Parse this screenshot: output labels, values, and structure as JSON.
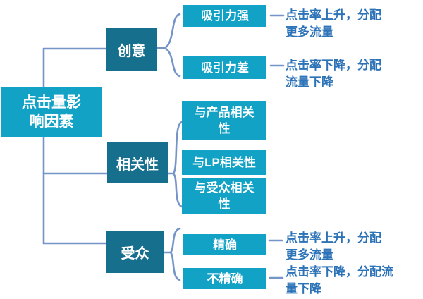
{
  "palette": {
    "node_cyan": "#12a2c6",
    "node_teal": "#166f8d",
    "connector_blue": "#7595c8",
    "annotation_blue": "#2d73b8",
    "node_text": "#ffffff"
  },
  "root": {
    "label": "点击量影响因素",
    "lines": [
      "点击量影",
      "响因素"
    ]
  },
  "branches": [
    {
      "label": "创意",
      "children": [
        {
          "label": "吸引力强",
          "lines": [
            "吸引力强"
          ],
          "annotation": "点击率上升，分配更多流量",
          "annotation_lines": [
            "点击率上升，分配",
            "更多流量"
          ]
        },
        {
          "label": "吸引力差",
          "lines": [
            "吸引力差"
          ],
          "annotation": "点击率下降，分配流量下降",
          "annotation_lines": [
            "点击率下降，分配",
            "流量下降"
          ]
        }
      ]
    },
    {
      "label": "相关性",
      "children": [
        {
          "label": "与产品相关性",
          "lines": [
            "与产品相关",
            "性"
          ]
        },
        {
          "label": "与LP相关性",
          "lines": [
            "与LP相关性"
          ]
        },
        {
          "label": "与受众相关性",
          "lines": [
            "与受众相关",
            "性"
          ]
        }
      ]
    },
    {
      "label": "受众",
      "children": [
        {
          "label": "精确",
          "lines": [
            "精确"
          ],
          "annotation": "点击率上升，分配更多流量",
          "annotation_lines": [
            "点击率上升，分配",
            "更多流量"
          ]
        },
        {
          "label": "不精确",
          "lines": [
            "不精确"
          ],
          "annotation": "点击率下降，分配流量下降",
          "annotation_lines": [
            "点击率下降，分配流",
            "量下降"
          ]
        }
      ]
    }
  ]
}
